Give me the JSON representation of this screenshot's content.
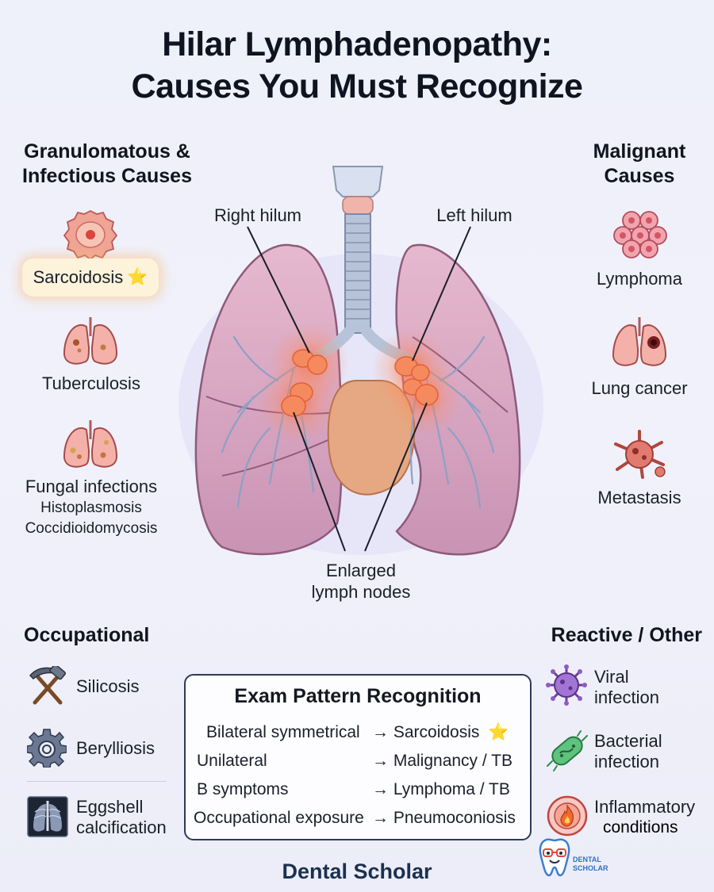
{
  "title": {
    "line1": "Hilar Lymphadenopathy:",
    "line2": "Causes You Must Recognize"
  },
  "granulomatous": {
    "heading_line1": "Granulomatous &",
    "heading_line2": "Infectious Causes",
    "items": [
      {
        "label": "Sarcoidosis",
        "star": "⭐",
        "icon": "granuloma-cell-icon",
        "highlight_color": "#fdf2da"
      },
      {
        "label": "Tuberculosis",
        "icon": "lungs-lesions-icon"
      },
      {
        "label": "Fungal infections",
        "sub1": "Histoplasmosis",
        "sub2": "Coccidioidomycosis",
        "icon": "lungs-spots-icon"
      }
    ]
  },
  "malignant": {
    "heading_line1": "Malignant",
    "heading_line2": "Causes",
    "items": [
      {
        "label": "Lymphoma",
        "icon": "cell-cluster-icon"
      },
      {
        "label": "Lung cancer",
        "icon": "lungs-tumor-icon"
      },
      {
        "label": "Metastasis",
        "icon": "metastatic-cell-icon"
      }
    ]
  },
  "diagram": {
    "right_hilum": "Right hilum",
    "left_hilum": "Left hilum",
    "nodes_line1": "Enlarged",
    "nodes_line2": "lymph nodes"
  },
  "occupational": {
    "heading": "Occupational",
    "items": [
      {
        "label": "Silicosis",
        "icon": "pickaxe-hammer-icon"
      },
      {
        "label": "Berylliosis",
        "icon": "gear-icon"
      },
      {
        "label_line1": "Eggshell",
        "label_line2": "calcification",
        "icon": "chest-xray-icon"
      }
    ]
  },
  "reactive": {
    "heading": "Reactive / Other",
    "items": [
      {
        "label_line1": "Viral",
        "label_line2": "infection",
        "icon": "virus-icon"
      },
      {
        "label_line1": "Bacterial",
        "label_line2": "infection",
        "icon": "bacterium-icon"
      },
      {
        "label_line1": "Inflammatory",
        "label_line2": "conditions",
        "icon": "flame-icon"
      }
    ]
  },
  "exam": {
    "title": "Exam Pattern Recognition",
    "rows": [
      {
        "left": "Bilateral symmetrical",
        "right": "→ Sarcoidosis",
        "star": "⭐"
      },
      {
        "left": "Unilateral",
        "right": "→ Malignancy / TB"
      },
      {
        "left": "B symptoms",
        "right": "→ Lymphoma / TB"
      },
      {
        "left": "Occupational exposure",
        "right": "→ Pneumoconiosis"
      }
    ]
  },
  "brand": "Dental Scholar",
  "logo_text": "DENTAL SCHOLAR",
  "colors": {
    "node_orange": "#f27a4a",
    "lung_pink": "#d8a3bd",
    "heart": "#e6a882",
    "trachea": "#b7c3d8",
    "highlight": "#fdf2da"
  }
}
